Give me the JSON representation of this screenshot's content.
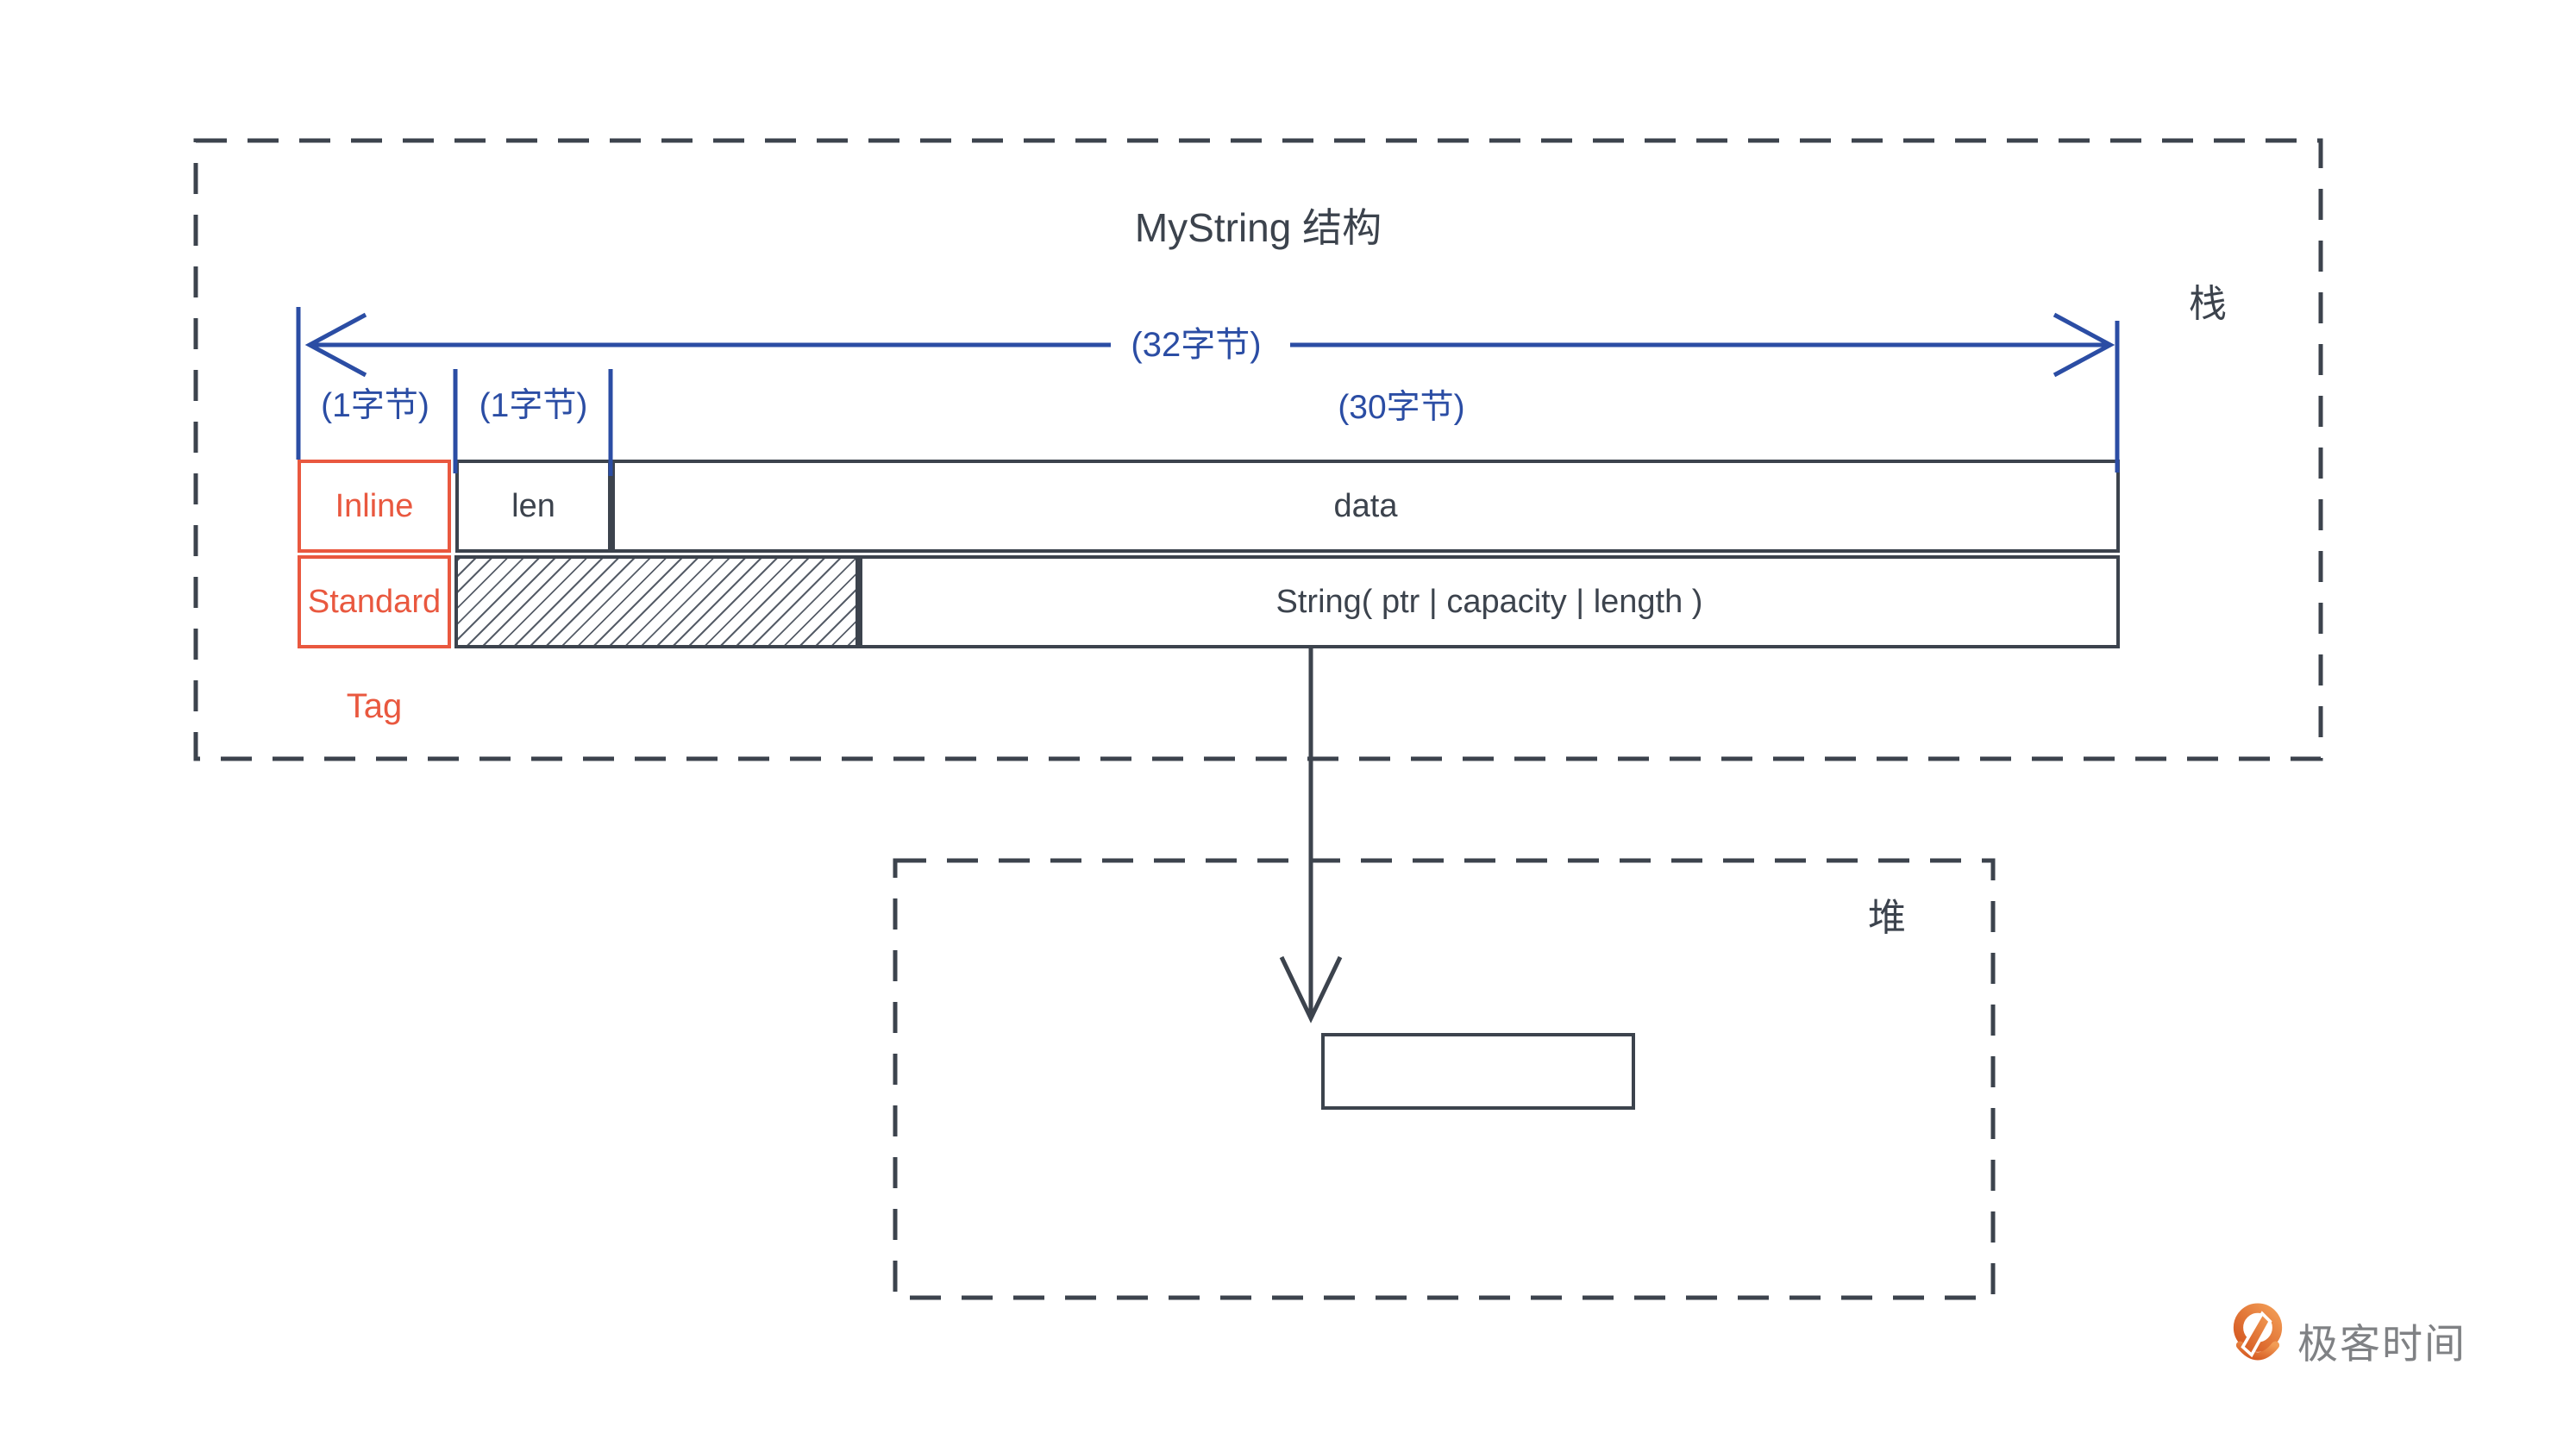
{
  "diagram": {
    "title": "MyString 结构",
    "regions": {
      "stack_label": "栈",
      "heap_label": "堆"
    },
    "measurements": {
      "total_bytes": "(32字节)",
      "tag_byte": "(1字节)",
      "len_byte": "(1字节)",
      "data_bytes": "(30字节)"
    },
    "rows": {
      "inline": {
        "tag": "Inline",
        "len": "len",
        "data": "data"
      },
      "standard": {
        "tag": "Standard",
        "payload": "String( ptr | capacity | length )"
      }
    },
    "tag_column_label": "Tag",
    "colors": {
      "blue": "#2b4da4",
      "orange": "#e9583f",
      "dark": "#3c434d"
    }
  },
  "logo": {
    "icon": "geektime-pin-icon",
    "text": "极客时间",
    "text_color": "#7f8184",
    "icon_color_light": "#f29c55",
    "icon_color_dark": "#d4561f"
  }
}
